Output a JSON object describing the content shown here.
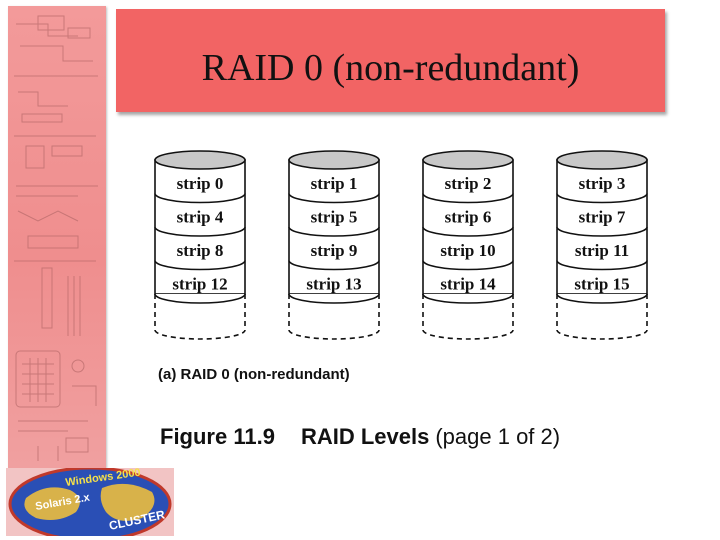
{
  "slide": {
    "title": "RAID 0 (non-redundant)"
  },
  "figure": {
    "disks": [
      {
        "strips": [
          "strip 0",
          "strip 4",
          "strip 8",
          "strip 12"
        ]
      },
      {
        "strips": [
          "strip 1",
          "strip 5",
          "strip 9",
          "strip 13"
        ]
      },
      {
        "strips": [
          "strip 2",
          "strip 6",
          "strip 10",
          "strip 14"
        ]
      },
      {
        "strips": [
          "strip 3",
          "strip 7",
          "strip 11",
          "strip 15"
        ]
      }
    ],
    "subcaption": "(a) RAID 0 (non-redundant)",
    "caption_number": "Figure 11.9",
    "caption_title": "RAID Levels",
    "caption_page": "(page 1 of 2)"
  },
  "logo": {
    "text_top": "Windows 2000",
    "text_left": "Solaris 2.x",
    "text_right": "CLUSTER"
  },
  "colors": {
    "title_banner": "#f26464",
    "sidebar": "#f09696",
    "disk_top": "#c8c8c8",
    "globe_ocean": "#2a4fb5",
    "globe_land": "#d8b24a"
  }
}
